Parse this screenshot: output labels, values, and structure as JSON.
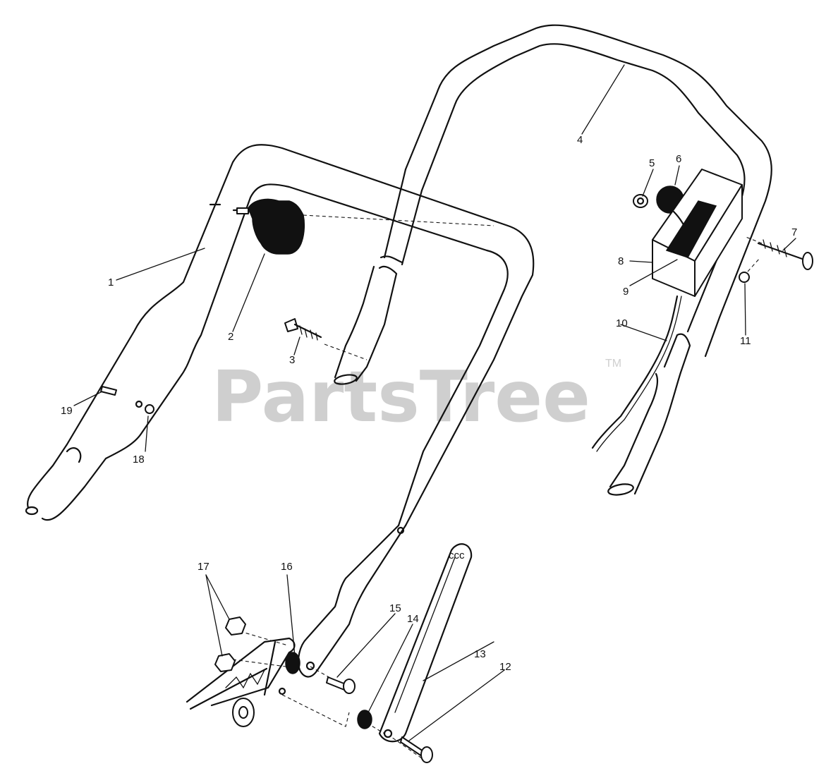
{
  "watermark": {
    "text": "PartsTree",
    "tm": "TM"
  },
  "callouts": {
    "p1": "1",
    "p2": "2",
    "p3": "3",
    "p4": "4",
    "p5": "5",
    "p6": "6",
    "p7": "7",
    "p8": "8",
    "p9": "9",
    "p10": "10",
    "p11": "11",
    "p12": "12",
    "p13": "13",
    "p14": "14",
    "p15": "15",
    "p16": "16",
    "p17": "17",
    "p18": "18",
    "p19": "19"
  },
  "colors": {
    "ink": "#111111",
    "watermark": "#cfcfcf",
    "background": "#ffffff"
  }
}
